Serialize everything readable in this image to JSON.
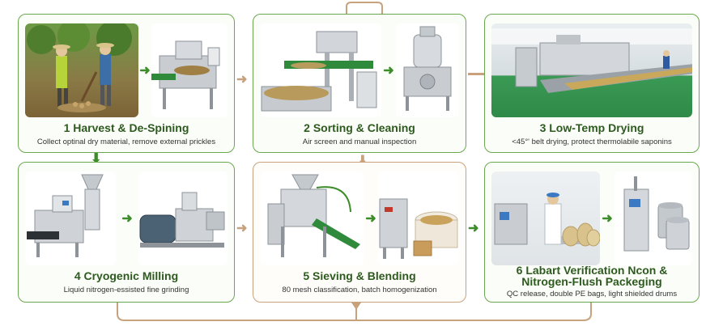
{
  "stages": [
    {
      "title": "1 Harvest & De-Spining",
      "subtitle": "Collect optinal dry material, remove external prickles"
    },
    {
      "title": "2 Sorting & Cleaning",
      "subtitle": "Air screen and manual inspection"
    },
    {
      "title": "3 Low-Temp Drying",
      "subtitle": "<45°' belt drying, protect thermolabile saponins"
    },
    {
      "title": "4 Cryogenic Milling",
      "subtitle": "Liquid nitrogen-essisted fine grinding"
    },
    {
      "title": "5 Sieving & Blending",
      "subtitle": "80 mesh classification, batch homogenization"
    },
    {
      "title_line1": "6 Labart  Verification Ncon &",
      "title_line2": "Nitrogen-Flush Packeging",
      "subtitle": "QC release, double PE bags, light shielded drums"
    }
  ],
  "colors": {
    "green": "#6aa84f",
    "brown": "#c8a27c",
    "title": "#2d5a1e"
  }
}
